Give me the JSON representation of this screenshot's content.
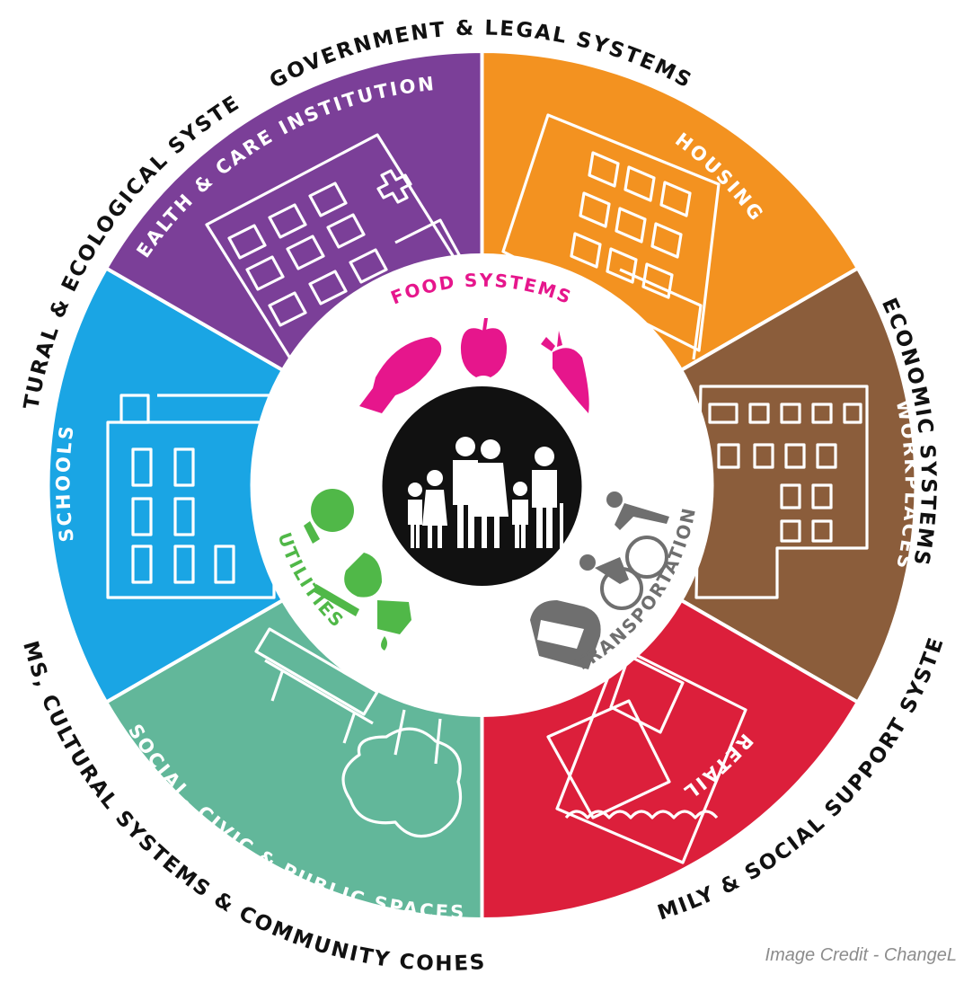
{
  "outer_labels": [
    "GOVERNMENT & LEGAL SYSTEMS",
    "ECONOMIC SYSTEMS",
    "FAMILY & SOCIAL SUPPORT SYSTEMS",
    "NORMS, CULTURAL SYSTEMS & COMMUNITY COHESION",
    "NATURAL & ECOLOGICAL SYSTEMS"
  ],
  "sectors": [
    {
      "label": "HOUSING",
      "color": "#f39220"
    },
    {
      "label": "WORKPLACES",
      "color": "#8b5d3b"
    },
    {
      "label": "RETAIL",
      "color": "#dc1f3b"
    },
    {
      "label": "SOCIAL, CIVIC & PUBLIC SPACES",
      "color": "#62b79a"
    },
    {
      "label": "SCHOOLS",
      "color": "#1aa5e4"
    },
    {
      "label": "HEALTH & CARE INSTITUTIONS",
      "color": "#7b3f98"
    }
  ],
  "inner_groups": [
    {
      "label": "FOOD SYSTEMS",
      "color": "#e6168c",
      "icons": [
        "fish-icon",
        "apple-icon",
        "carrot-icon"
      ]
    },
    {
      "label": "TRANSPORTATION",
      "color": "#6f6f6f",
      "icons": [
        "pedestrian-icon",
        "cyclist-icon",
        "bus-icon"
      ]
    },
    {
      "label": "UTILITIES",
      "color": "#50b848",
      "icons": [
        "lightbulb-icon",
        "water-drop-icon",
        "faucet-icon"
      ]
    }
  ],
  "center": {
    "icon": "family-icon",
    "color": "#111111"
  },
  "credit": "Image Credit - ChangeL"
}
